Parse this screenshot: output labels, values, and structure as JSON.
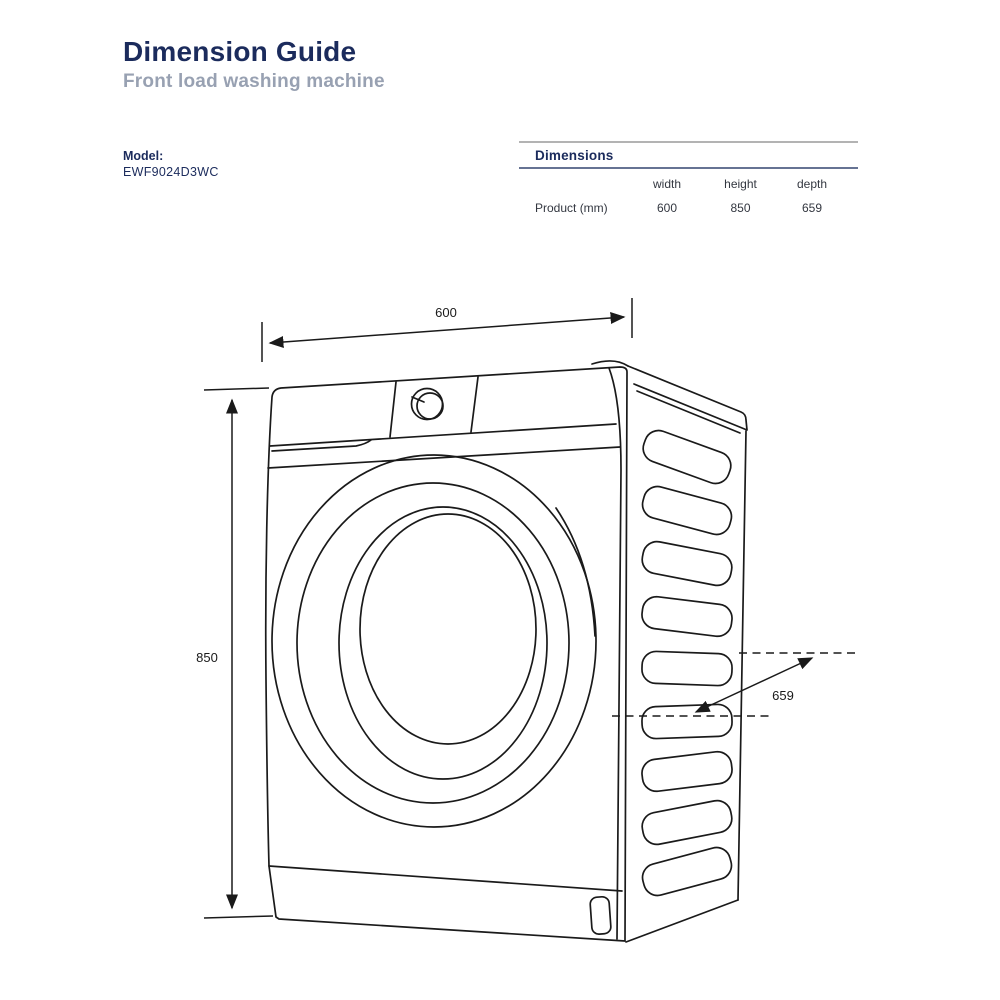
{
  "header": {
    "title": "Dimension Guide",
    "subtitle": "Front load washing machine"
  },
  "model": {
    "label": "Model:",
    "value": "EWF9024D3WC"
  },
  "table": {
    "title": "Dimensions",
    "columns": [
      "width",
      "height",
      "depth"
    ],
    "row_label": "Product (mm)",
    "values": [
      "600",
      "850",
      "659"
    ]
  },
  "diagram": {
    "description": "line drawing of front load washing machine, three-quarter view, with dimension arrows",
    "width_label": "600",
    "height_label": "850",
    "depth_label": "659"
  },
  "colors": {
    "accent_navy": "#1b2b5c",
    "subtitle_gray": "#98a1b2",
    "drawing_line": "#1a1a1a",
    "table_top_rule": "#b3b3b3",
    "table_blue_rule": "#667393",
    "table_text": "#333740",
    "background": "#ffffff"
  }
}
